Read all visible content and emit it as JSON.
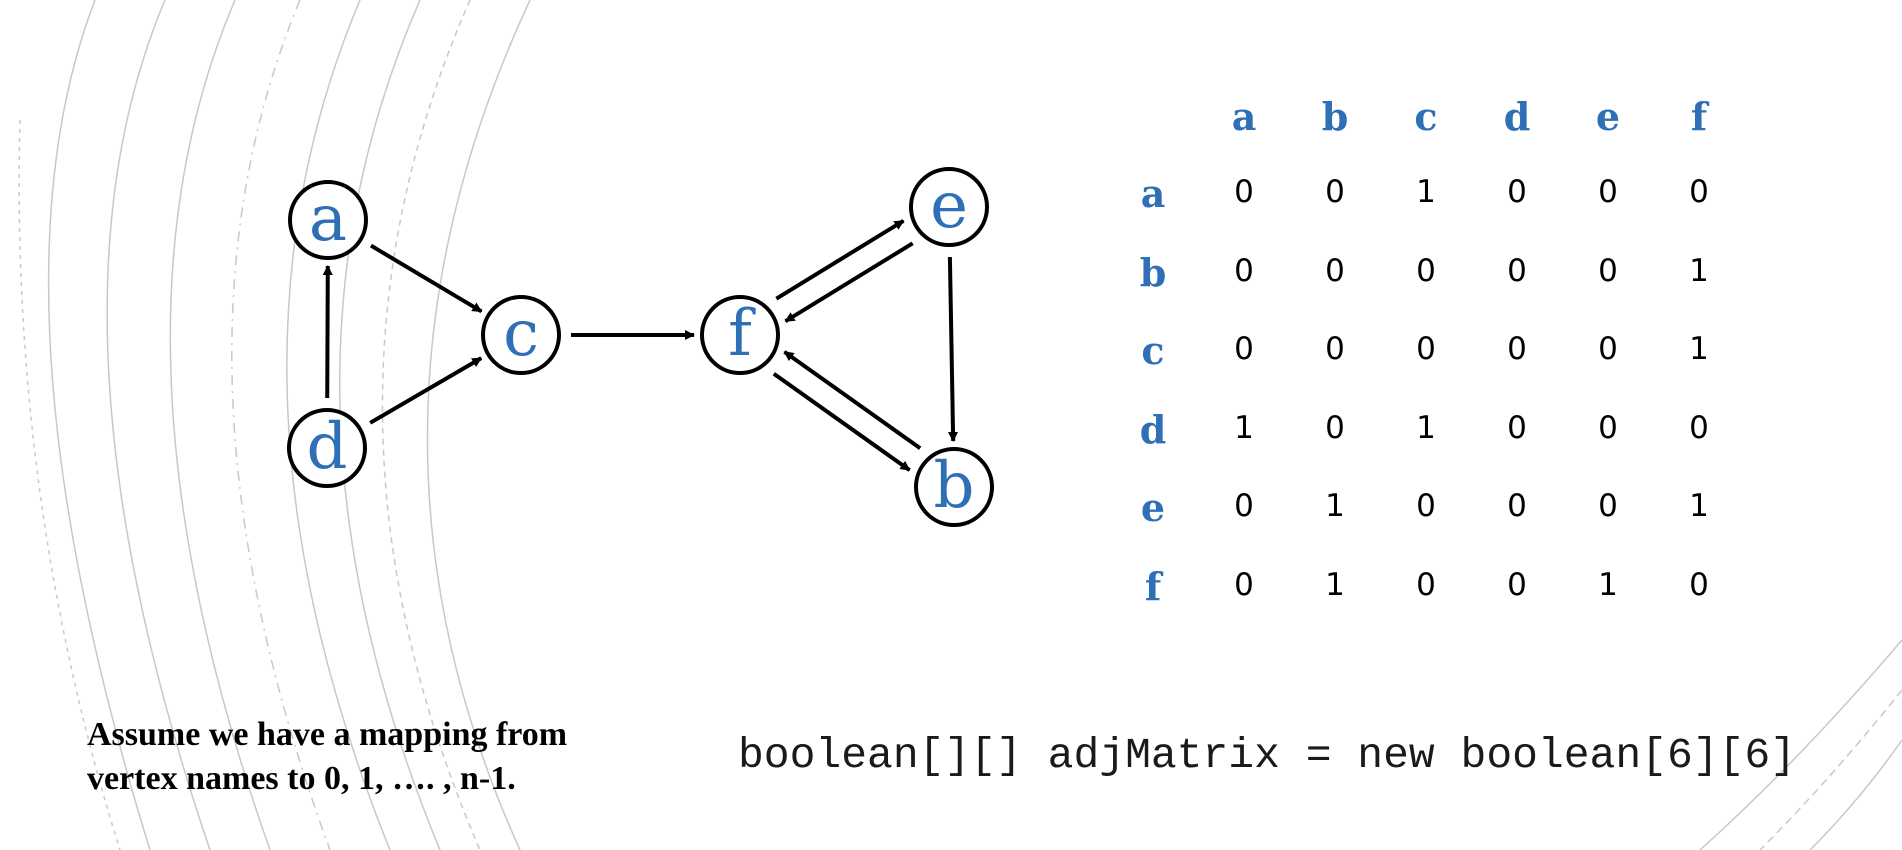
{
  "graph": {
    "nodes": [
      "a",
      "b",
      "c",
      "d",
      "e",
      "f"
    ],
    "edges": [
      [
        "a",
        "c"
      ],
      [
        "d",
        "a"
      ],
      [
        "d",
        "c"
      ],
      [
        "c",
        "f"
      ],
      [
        "f",
        "e"
      ],
      [
        "e",
        "f"
      ],
      [
        "e",
        "b"
      ],
      [
        "f",
        "b"
      ],
      [
        "b",
        "f"
      ]
    ]
  },
  "matrix": {
    "col_headers": [
      "a",
      "b",
      "c",
      "d",
      "e",
      "f"
    ],
    "row_headers": [
      "a",
      "b",
      "c",
      "d",
      "e",
      "f"
    ],
    "rows": [
      [
        "0",
        "0",
        "1",
        "0",
        "0",
        "0"
      ],
      [
        "0",
        "0",
        "0",
        "0",
        "0",
        "1"
      ],
      [
        "0",
        "0",
        "0",
        "0",
        "0",
        "1"
      ],
      [
        "1",
        "0",
        "1",
        "0",
        "0",
        "0"
      ],
      [
        "0",
        "1",
        "0",
        "0",
        "0",
        "1"
      ],
      [
        "0",
        "1",
        "0",
        "0",
        "1",
        "0"
      ]
    ]
  },
  "note": {
    "line1": "Assume we have a mapping from",
    "line2": "vertex names to 0, 1, …. , n-1."
  },
  "code": "boolean[][] adjMatrix = new boolean[6][6]",
  "colors": {
    "label_blue": "#2f6fb5",
    "stroke": "#000000",
    "deco_lines": "#c8c8c8"
  }
}
